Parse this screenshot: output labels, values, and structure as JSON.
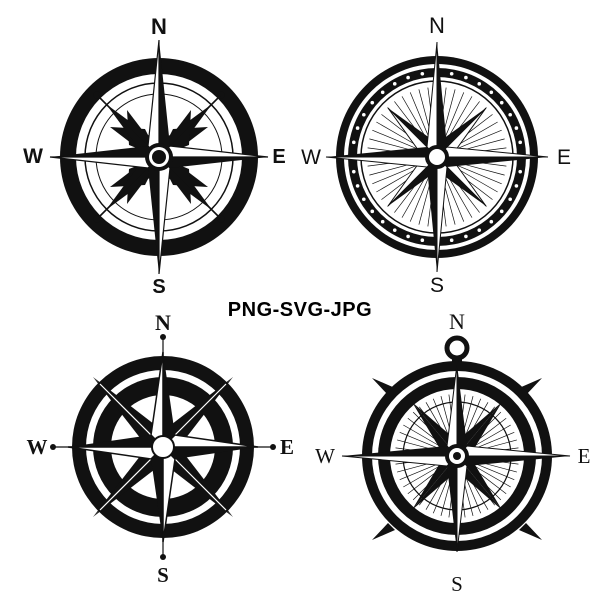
{
  "caption": "PNG-SVG-JPG",
  "colors": {
    "ink": "#111111",
    "paper": "#ffffff"
  },
  "compasses": [
    {
      "name": "compass-rose-1",
      "letters": {
        "n": "N",
        "e": "E",
        "s": "S",
        "w": "W"
      }
    },
    {
      "name": "compass-rose-2",
      "letters": {
        "n": "N",
        "e": "E",
        "s": "S",
        "w": "W"
      }
    },
    {
      "name": "compass-rose-3",
      "letters": {
        "n": "N",
        "e": "E",
        "s": "S",
        "w": "W"
      }
    },
    {
      "name": "compass-rose-4",
      "letters": {
        "n": "N",
        "e": "E",
        "s": "S",
        "w": "W"
      }
    }
  ]
}
